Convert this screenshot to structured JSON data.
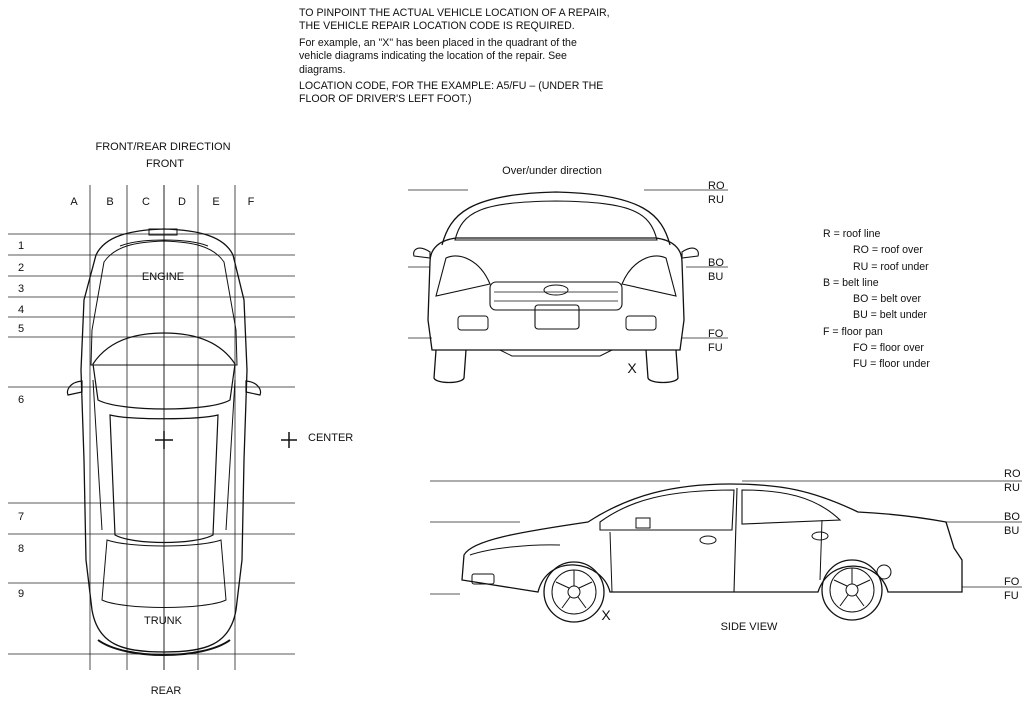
{
  "instructions": {
    "line1": "TO PINPOINT THE ACTUAL VEHICLE LOCATION OF A REPAIR,",
    "line2": "THE VEHICLE REPAIR LOCATION CODE IS REQUIRED.",
    "line3": "For example, an \"X\" has been placed in the quadrant of the",
    "line4": "vehicle diagrams indicating the location of the repair. See",
    "line5": "diagrams.",
    "line6": "LOCATION CODE, FOR THE EXAMPLE: A5/FU – (UNDER THE",
    "line7": "FLOOR OF DRIVER'S LEFT FOOT.)"
  },
  "top_view": {
    "heading": "FRONT/REAR DIRECTION",
    "front_label": "FRONT",
    "rear_label": "REAR",
    "engine_label": "ENGINE",
    "trunk_label": "TRUNK",
    "center_label": "CENTER",
    "columns": [
      "A",
      "B",
      "C",
      "D",
      "E",
      "F"
    ],
    "rows": [
      "1",
      "2",
      "3",
      "4",
      "5",
      "6",
      "7",
      "8",
      "9"
    ]
  },
  "front_view": {
    "heading": "Over/under direction",
    "marker": "X",
    "levels": [
      "RO",
      "RU",
      "BO",
      "BU",
      "FO",
      "FU"
    ]
  },
  "side_view": {
    "caption": "SIDE VIEW",
    "marker": "X",
    "levels": [
      "RO",
      "RU",
      "BO",
      "BU",
      "FO",
      "FU"
    ]
  },
  "legend": {
    "r_line": "R = roof line",
    "ro": "RO = roof over",
    "ru": "RU = roof under",
    "b_line": "B = belt line",
    "bo": "BO = belt over",
    "bu": "BU = belt under",
    "f_line": "F = floor pan",
    "fo": "FO = floor over",
    "fu": "FU = floor under"
  }
}
